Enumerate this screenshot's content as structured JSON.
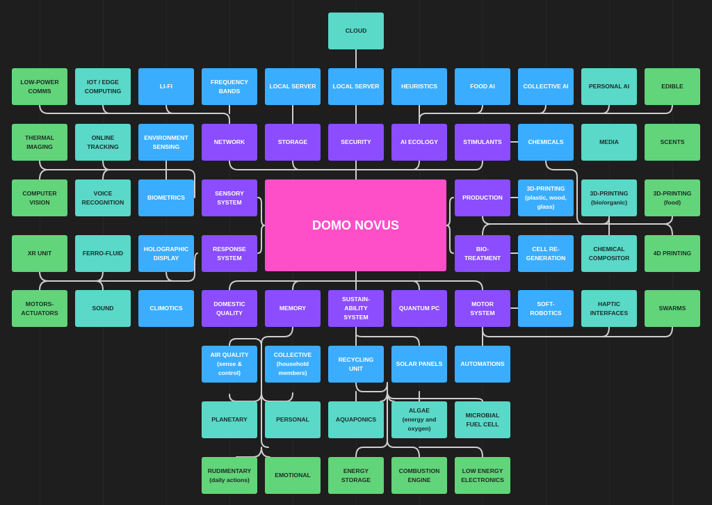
{
  "colors": {
    "green": "#62d47a",
    "teal": "#5ad8c8",
    "blue": "#3badff",
    "purple": "#8b4dff",
    "pink": "#ff4fc8",
    "background": "#1e1e1e",
    "connector": "#cfcfcf"
  },
  "center": {
    "id": "domo-novus",
    "label": "DOMO NOVUS",
    "color": "pink"
  },
  "nodes": [
    {
      "id": "cloud",
      "label": "CLOUD",
      "color": "teal"
    },
    {
      "id": "low-power-comms",
      "label": "LOW-POWER\nCOMMS",
      "color": "green"
    },
    {
      "id": "iot-edge-computing",
      "label": "IOT / EDGE\nCOMPUTING",
      "color": "teal"
    },
    {
      "id": "li-fi",
      "label": "LI-FI",
      "color": "blue"
    },
    {
      "id": "frequency-bands",
      "label": "FREQUENCY\nBANDS",
      "color": "blue"
    },
    {
      "id": "local-server-1",
      "label": "LOCAL SERVER",
      "color": "blue"
    },
    {
      "id": "local-server-2",
      "label": "LOCAL SERVER",
      "color": "blue"
    },
    {
      "id": "heuristics",
      "label": "HEURISTICS",
      "color": "blue"
    },
    {
      "id": "food-ai",
      "label": "FOOD AI",
      "color": "blue"
    },
    {
      "id": "collective-ai",
      "label": "COLLECTIVE AI",
      "color": "blue"
    },
    {
      "id": "personal-ai",
      "label": "PERSONAL AI",
      "color": "teal"
    },
    {
      "id": "edible",
      "label": "EDIBLE",
      "color": "green"
    },
    {
      "id": "thermal-imaging",
      "label": "THERMAL\nIMAGING",
      "color": "green"
    },
    {
      "id": "online-tracking",
      "label": "ONLINE\nTRACKING",
      "color": "teal"
    },
    {
      "id": "environment-sensing",
      "label": "ENVIRONMENT\nSENSING",
      "color": "blue"
    },
    {
      "id": "network",
      "label": "NETWORK",
      "color": "purple"
    },
    {
      "id": "storage",
      "label": "STORAGE",
      "color": "purple"
    },
    {
      "id": "security",
      "label": "SECURITY",
      "color": "purple"
    },
    {
      "id": "ai-ecology",
      "label": "AI ECOLOGY",
      "color": "purple"
    },
    {
      "id": "stimulants",
      "label": "STIMULANTS",
      "color": "purple"
    },
    {
      "id": "chemicals",
      "label": "CHEMICALS",
      "color": "blue"
    },
    {
      "id": "media",
      "label": "MEDIA",
      "color": "teal"
    },
    {
      "id": "scents",
      "label": "SCENTS",
      "color": "green"
    },
    {
      "id": "computer-vision",
      "label": "COMPUTER\nVISION",
      "color": "green"
    },
    {
      "id": "voice-recognition",
      "label": "VOICE\nRECOGNITION",
      "color": "teal"
    },
    {
      "id": "biometrics",
      "label": "BIOMETRICS",
      "color": "blue"
    },
    {
      "id": "sensory-system",
      "label": "SENSORY\nSYSTEM",
      "color": "purple"
    },
    {
      "id": "production",
      "label": "PRODUCTION",
      "color": "purple"
    },
    {
      "id": "3d-printing-plastic",
      "label": "3D-PRINTING\n(plastic, wood,\nglass)",
      "color": "blue"
    },
    {
      "id": "3d-printing-bio",
      "label": "3D-PRINTING\n(bio/organic)",
      "color": "teal"
    },
    {
      "id": "3d-printing-food",
      "label": "3D-PRINTING\n(food)",
      "color": "green"
    },
    {
      "id": "xr-unit",
      "label": "XR UNIT",
      "color": "green"
    },
    {
      "id": "ferro-fluid",
      "label": "FERRO-FLUID",
      "color": "teal"
    },
    {
      "id": "holographic-display",
      "label": "HOLOGRAPHIC\nDISPLAY",
      "color": "blue"
    },
    {
      "id": "response-system",
      "label": "RESPONSE\nSYSTEM",
      "color": "purple"
    },
    {
      "id": "bio-treatment",
      "label": "BIO-\nTREATMENT",
      "color": "purple"
    },
    {
      "id": "cell-regeneration",
      "label": "CELL RE-\nGENERATION",
      "color": "blue"
    },
    {
      "id": "chemical-compositor",
      "label": "CHEMICAL\nCOMPOSITOR",
      "color": "teal"
    },
    {
      "id": "4d-printing",
      "label": "4D PRINTING",
      "color": "green"
    },
    {
      "id": "motors-actuators",
      "label": "MOTORS-\nACTUATORS",
      "color": "green"
    },
    {
      "id": "sound",
      "label": "SOUND",
      "color": "teal"
    },
    {
      "id": "climotics",
      "label": "CLIMOTICS",
      "color": "blue"
    },
    {
      "id": "domestic-quality",
      "label": "DOMESTIC\nQUALITY",
      "color": "purple"
    },
    {
      "id": "memory",
      "label": "MEMORY",
      "color": "purple"
    },
    {
      "id": "sustainability-system",
      "label": "SUSTAIN-\nABILITY\nSYSTEM",
      "color": "purple"
    },
    {
      "id": "quantum-pc",
      "label": "QUANTUM PC",
      "color": "purple"
    },
    {
      "id": "motor-system",
      "label": "MOTOR\nSYSTEM",
      "color": "purple"
    },
    {
      "id": "soft-robotics",
      "label": "SOFT-\nROBOTICS",
      "color": "blue"
    },
    {
      "id": "haptic-interfaces",
      "label": "HAPTIC\nINTERFACES",
      "color": "teal"
    },
    {
      "id": "swarms",
      "label": "SWARMS",
      "color": "green"
    },
    {
      "id": "air-quality",
      "label": "AIR QUALITY\n(sense &\ncontrol)",
      "color": "blue"
    },
    {
      "id": "collective-household",
      "label": "COLLECTIVE\n(household\nmembers)",
      "color": "blue"
    },
    {
      "id": "recycling-unit",
      "label": "RECYCLING\nUNIT",
      "color": "blue"
    },
    {
      "id": "solar-panels",
      "label": "SOLAR PANELS",
      "color": "blue"
    },
    {
      "id": "automations",
      "label": "AUTOMATIONS",
      "color": "blue"
    },
    {
      "id": "planetary",
      "label": "PLANETARY",
      "color": "teal"
    },
    {
      "id": "personal",
      "label": "PERSONAL",
      "color": "teal"
    },
    {
      "id": "aquaponics",
      "label": "AQUAPONICS",
      "color": "teal"
    },
    {
      "id": "algae",
      "label": "ALGAE\n(energy and\noxygen)",
      "color": "teal"
    },
    {
      "id": "microbial-fuel-cell",
      "label": "MICROBIAL\nFUEL CELL",
      "color": "teal"
    },
    {
      "id": "rudimentary",
      "label": "RUDIMENTARY\n(daily actions)",
      "color": "green"
    },
    {
      "id": "emotional",
      "label": "EMOTIONAL",
      "color": "green"
    },
    {
      "id": "energy-storage",
      "label": "ENERGY\nSTORAGE",
      "color": "green"
    },
    {
      "id": "combustion-engine",
      "label": "COMBUSTION\nENGINE",
      "color": "green"
    },
    {
      "id": "low-energy-electronics",
      "label": "LOW ENERGY\nELECTRONICS",
      "color": "green"
    }
  ]
}
